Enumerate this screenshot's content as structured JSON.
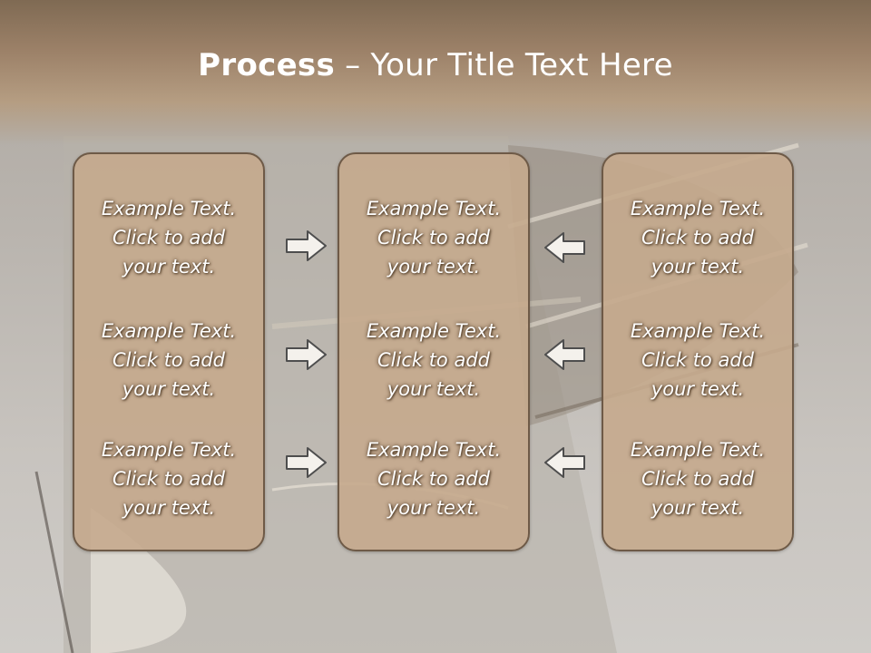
{
  "slide": {
    "title_bold": "Process",
    "title_rest": " – Your Title Text Here"
  },
  "columns": [
    {
      "items": [
        {
          "line1": "Example Text.",
          "line2": "Click  to add",
          "line3": "your text."
        },
        {
          "line1": "Example Text.",
          "line2": "Click  to add",
          "line3": "your text."
        },
        {
          "line1": "Example Text.",
          "line2": "Click  to add",
          "line3": "your text."
        }
      ]
    },
    {
      "items": [
        {
          "line1": "Example Text.",
          "line2": "Click  to add",
          "line3": "your text."
        },
        {
          "line1": "Example Text.",
          "line2": "Click  to add",
          "line3": "your text."
        },
        {
          "line1": "Example Text.",
          "line2": "Click  to add",
          "line3": "your text."
        }
      ]
    },
    {
      "items": [
        {
          "line1": "Example Text.",
          "line2": "Click  to add",
          "line3": "your text."
        },
        {
          "line1": "Example Text.",
          "line2": "Click  to add",
          "line3": "your text."
        },
        {
          "line1": "Example Text.",
          "line2": "Click  to add",
          "line3": "your text."
        }
      ]
    }
  ],
  "arrows": {
    "left_to_center": "right-arrow-icon",
    "right_to_center": "left-arrow-icon"
  },
  "colors": {
    "title_band": "#9c8168",
    "panel_fill": "#c5aa8d",
    "panel_border": "#6e5a47",
    "text": "#ffffff"
  }
}
